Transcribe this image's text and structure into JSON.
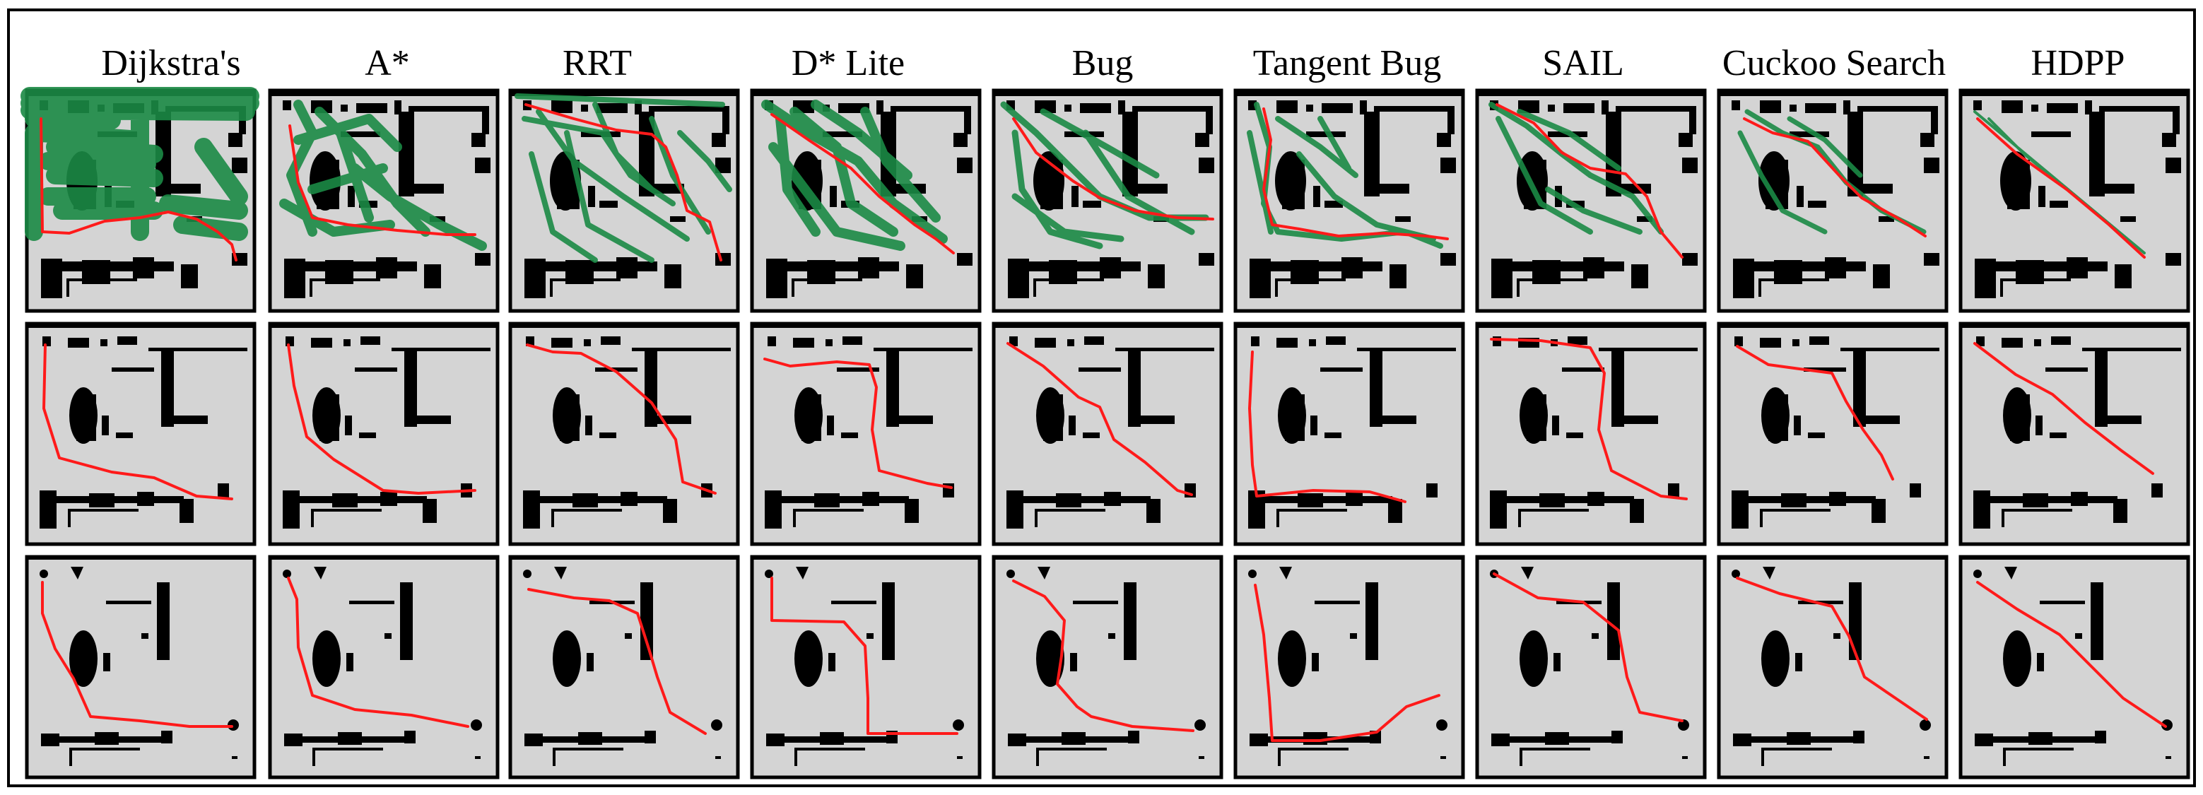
{
  "figure": {
    "columns": [
      {
        "title": "Dijkstra's"
      },
      {
        "title": "A*"
      },
      {
        "title": "RRT"
      },
      {
        "title": "D* Lite"
      },
      {
        "title": "Bug"
      },
      {
        "title": "Tangent Bug"
      },
      {
        "title": "SAIL"
      },
      {
        "title": "Cuckoo Search"
      },
      {
        "title": "HDPP"
      }
    ],
    "rows": 3,
    "colors": {
      "panel_bg": "#d4d4d4",
      "obstacle": "#000000",
      "path": "#ff1a1a",
      "explored": "#1b8a45",
      "border": "#000000"
    }
  }
}
